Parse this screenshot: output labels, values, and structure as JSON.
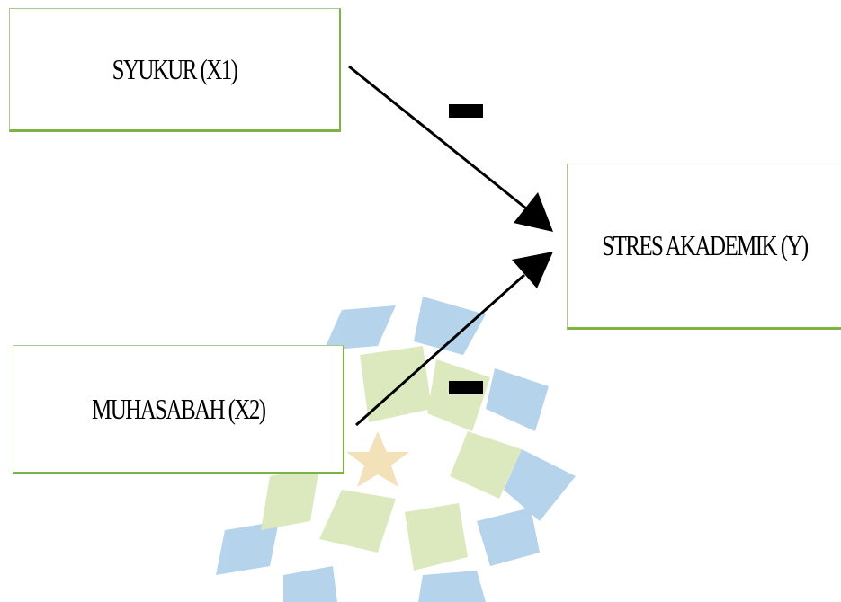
{
  "nodes": {
    "x1": {
      "label": "SYUKUR (X1)"
    },
    "x2": {
      "label": "MUHASABAH (X2)"
    },
    "y": {
      "label": "STRES AKADEMIK (Y)"
    }
  },
  "edges": [
    {
      "from": "x1",
      "to": "y",
      "sign": "−"
    },
    {
      "from": "x2",
      "to": "y",
      "sign": "−"
    }
  ],
  "colors": {
    "node_border": "#7cb342",
    "arrow": "#000000",
    "watermark_blue": "#a9cce8",
    "watermark_green": "#d6e6b3",
    "watermark_star": "#f1dcae"
  }
}
